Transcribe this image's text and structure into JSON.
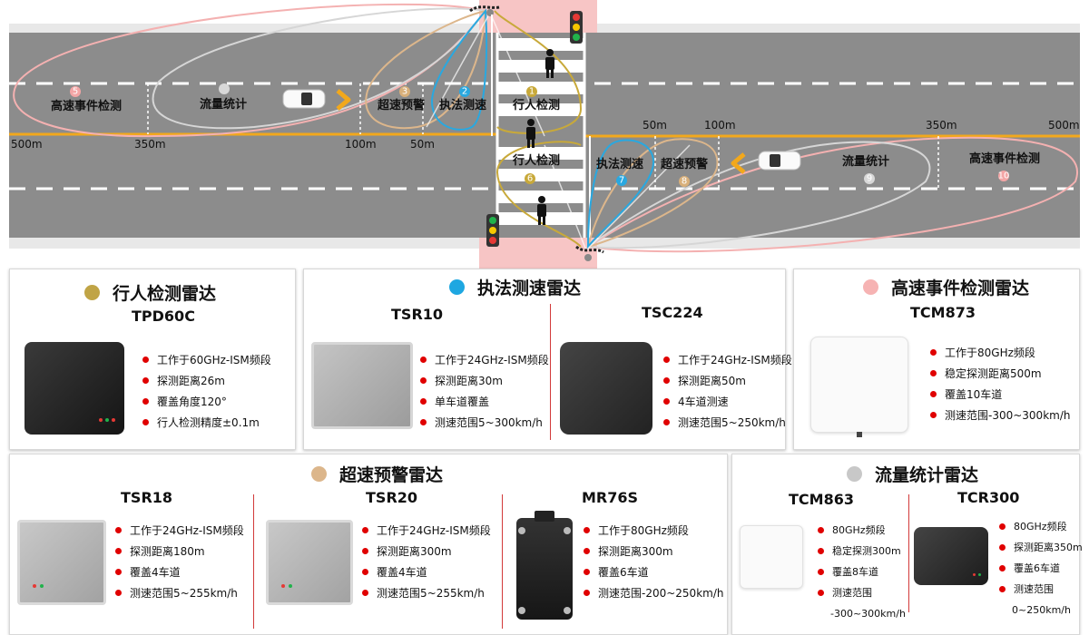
{
  "scene": {
    "distances_top": [
      "500m",
      "350m",
      "100m",
      "50m"
    ],
    "distances_bottom": [
      "50m",
      "100m",
      "350m",
      "500m"
    ],
    "zones_top": [
      {
        "num": "5",
        "label": "高速事件检测",
        "color": "#f4a6a6"
      },
      {
        "num": "",
        "label": "流量统计",
        "color": "#cfcfcf"
      },
      {
        "num": "3",
        "label": "超速预警",
        "color": "#d9b07a"
      },
      {
        "num": "2",
        "label": "执法测速",
        "color": "#29a8e0"
      },
      {
        "num": "1",
        "label": "行人检测",
        "color": "#c8a93a"
      }
    ],
    "zones_bottom": [
      {
        "num": "6",
        "label": "行人检测",
        "color": "#c8a93a"
      },
      {
        "num": "7",
        "label": "执法测速",
        "color": "#29a8e0"
      },
      {
        "num": "8",
        "label": "超速预警",
        "color": "#d9b07a"
      },
      {
        "num": "9",
        "label": "流量统计",
        "color": "#cfcfcf"
      },
      {
        "num": "10",
        "label": "高速事件检测",
        "color": "#f4a6a6"
      }
    ]
  },
  "colors": {
    "pedestrian": "#c0a446",
    "enforcement": "#1ea7e1",
    "event": "#f6b3b3",
    "overspeed": "#dcb68b",
    "traffic": "#c8c8c8",
    "bullet": "#e00000",
    "road": "#8c8c8c",
    "road_edge": "#e6e6e6",
    "yellow_line": "#f2a81c"
  },
  "panels": {
    "pedestrian": {
      "title": "行人检测雷达",
      "model": "TPD60C",
      "features": [
        "工作于60GHz-ISM频段",
        "探测距离26m",
        "覆盖角度120°",
        "行人检测精度±0.1m"
      ]
    },
    "enforcement": {
      "title": "执法测速雷达",
      "tsr10": {
        "model": "TSR10",
        "features": [
          "工作于24GHz-ISM频段",
          "探测距离30m",
          "单车道覆盖",
          "测速范围5~300km/h"
        ]
      },
      "tsc224": {
        "model": "TSC224",
        "features": [
          "工作于24GHz-ISM频段",
          "探测距离50m",
          "4车道测速",
          "测速范围5~250km/h"
        ]
      }
    },
    "event": {
      "title": "高速事件检测雷达",
      "model": "TCM873",
      "features": [
        "工作于80GHz频段",
        "稳定探测距离500m",
        "覆盖10车道",
        "测速范围-300~300km/h"
      ]
    },
    "overspeed": {
      "title": "超速预警雷达",
      "tsr18": {
        "model": "TSR18",
        "features": [
          "工作于24GHz-ISM频段",
          "探测距离180m",
          "覆盖4车道",
          "测速范围5~255km/h"
        ]
      },
      "tsr20": {
        "model": "TSR20",
        "features": [
          "工作于24GHz-ISM频段",
          "探测距离300m",
          "覆盖4车道",
          "测速范围5~255km/h"
        ]
      },
      "mr76s": {
        "model": "MR76S",
        "features": [
          "工作于80GHz频段",
          "探测距离300m",
          "覆盖6车道",
          "测速范围-200~250km/h"
        ]
      }
    },
    "traffic": {
      "title": "流量统计雷达",
      "tcm863": {
        "model": "TCM863",
        "features": [
          "80GHz频段",
          "稳定探测300m",
          "覆盖8车道",
          "测速范围",
          "-300~300km/h"
        ]
      },
      "tcr300": {
        "model": "TCR300",
        "features": [
          "80GHz频段",
          "探测距离350m",
          "覆盖6车道",
          "测速范围",
          "0~250km/h"
        ]
      }
    }
  }
}
